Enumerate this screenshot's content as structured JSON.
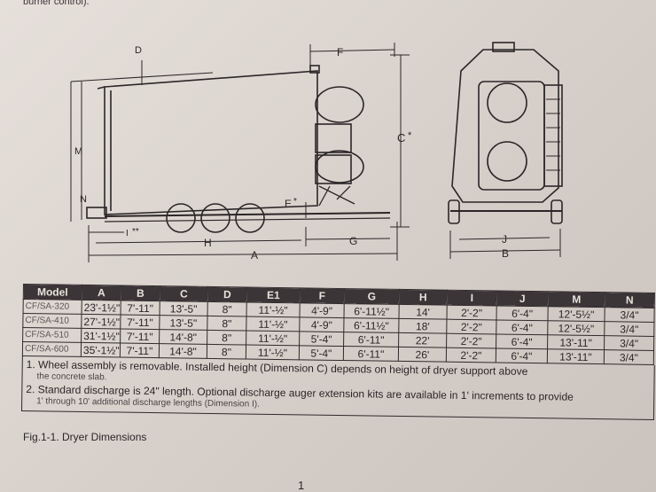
{
  "top_caption": "burner control).",
  "labels": {
    "D": "D",
    "F": "F",
    "M": "M",
    "N": "N",
    "C": "C",
    "E": "E",
    "I": "I",
    "H": "H",
    "G": "G",
    "A": "A",
    "J": "J",
    "B": "B",
    "star": "*",
    "dstar": "**"
  },
  "table": {
    "headers": [
      "Model",
      "A",
      "B",
      "C",
      "D",
      "E1",
      "F",
      "G",
      "H",
      "I",
      "J",
      "M",
      "N"
    ],
    "rows": [
      [
        "CF/SA-320",
        "23'-1½\"",
        "7'-11\"",
        "13'-5\"",
        "8\"",
        "11'-½\"",
        "4'-9\"",
        "6'-11½\"",
        "14'",
        "2'-2\"",
        "6'-4\"",
        "12'-5½\"",
        "3/4\""
      ],
      [
        "CF/SA-410",
        "27'-1½\"",
        "7'-11\"",
        "13'-5\"",
        "8\"",
        "11'-½\"",
        "4'-9\"",
        "6'-11½\"",
        "18'",
        "2'-2\"",
        "6'-4\"",
        "12'-5½\"",
        "3/4\""
      ],
      [
        "CF/SA-510",
        "31'-1½\"",
        "7'-11\"",
        "14'-8\"",
        "8\"",
        "11'-½\"",
        "5'-4\"",
        "6'-11\"",
        "22'",
        "2'-2\"",
        "6'-4\"",
        "13'-11\"",
        "3/4\""
      ],
      [
        "CF/SA-600",
        "35'-1½\"",
        "7'-11\"",
        "14'-8\"",
        "8\"",
        "11'-½\"",
        "5'-4\"",
        "6'-11\"",
        "26'",
        "2'-2\"",
        "6'-4\"",
        "13'-11\"",
        "3/4\""
      ]
    ]
  },
  "notes": {
    "note1": "1. Wheel assembly is removable. Installed height (Dimension C) depends on height of dryer support above",
    "note1_cont": "the concrete slab.",
    "note2": "2. Standard discharge is 24\" length. Optional discharge auger extension kits are available in 1' increments to provide",
    "note2_cont": "1' through 10' additional discharge lengths (Dimension I)."
  },
  "figure_caption": "Fig.1-1. Dryer Dimensions",
  "page_number": "1"
}
